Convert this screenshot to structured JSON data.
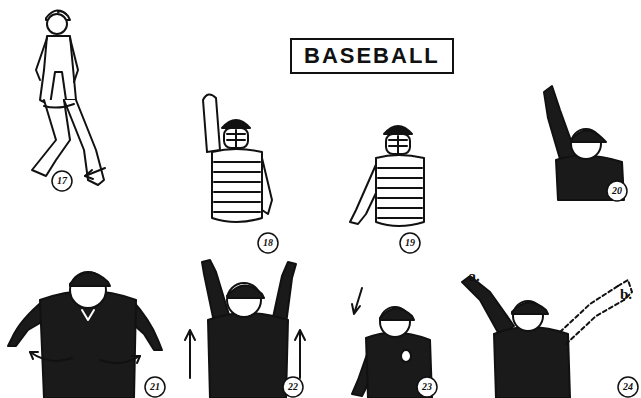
{
  "diagram": {
    "title": "BASEBALL",
    "labels": [
      "17",
      "18",
      "19",
      "20",
      "21",
      "22",
      "23",
      "24",
      "a.",
      "b."
    ]
  }
}
